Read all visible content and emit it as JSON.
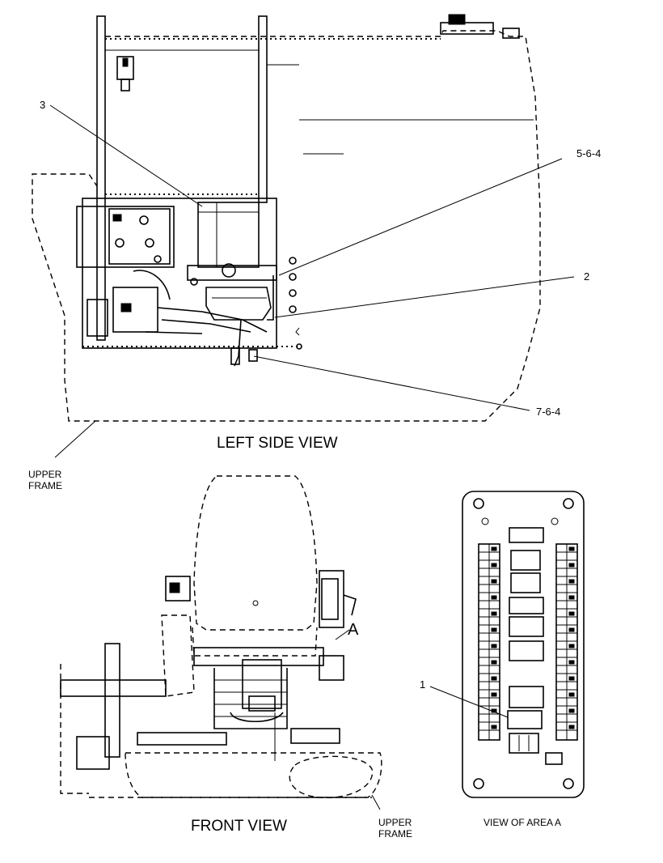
{
  "views": {
    "left_side": {
      "title": "LEFT SIDE VIEW"
    },
    "front": {
      "title": "FRONT VIEW"
    },
    "area_a": {
      "title": "VIEW OF AREA  A"
    }
  },
  "callouts": {
    "c3": "3",
    "c564": "5-6-4",
    "c2": "2",
    "c764": "7-6-4",
    "c1": "1",
    "cA": "A"
  },
  "upper_frame_left": {
    "line1": "UPPER",
    "line2": "FRAME"
  },
  "upper_frame_front": {
    "line1": "UPPER",
    "line2": "FRAME"
  }
}
